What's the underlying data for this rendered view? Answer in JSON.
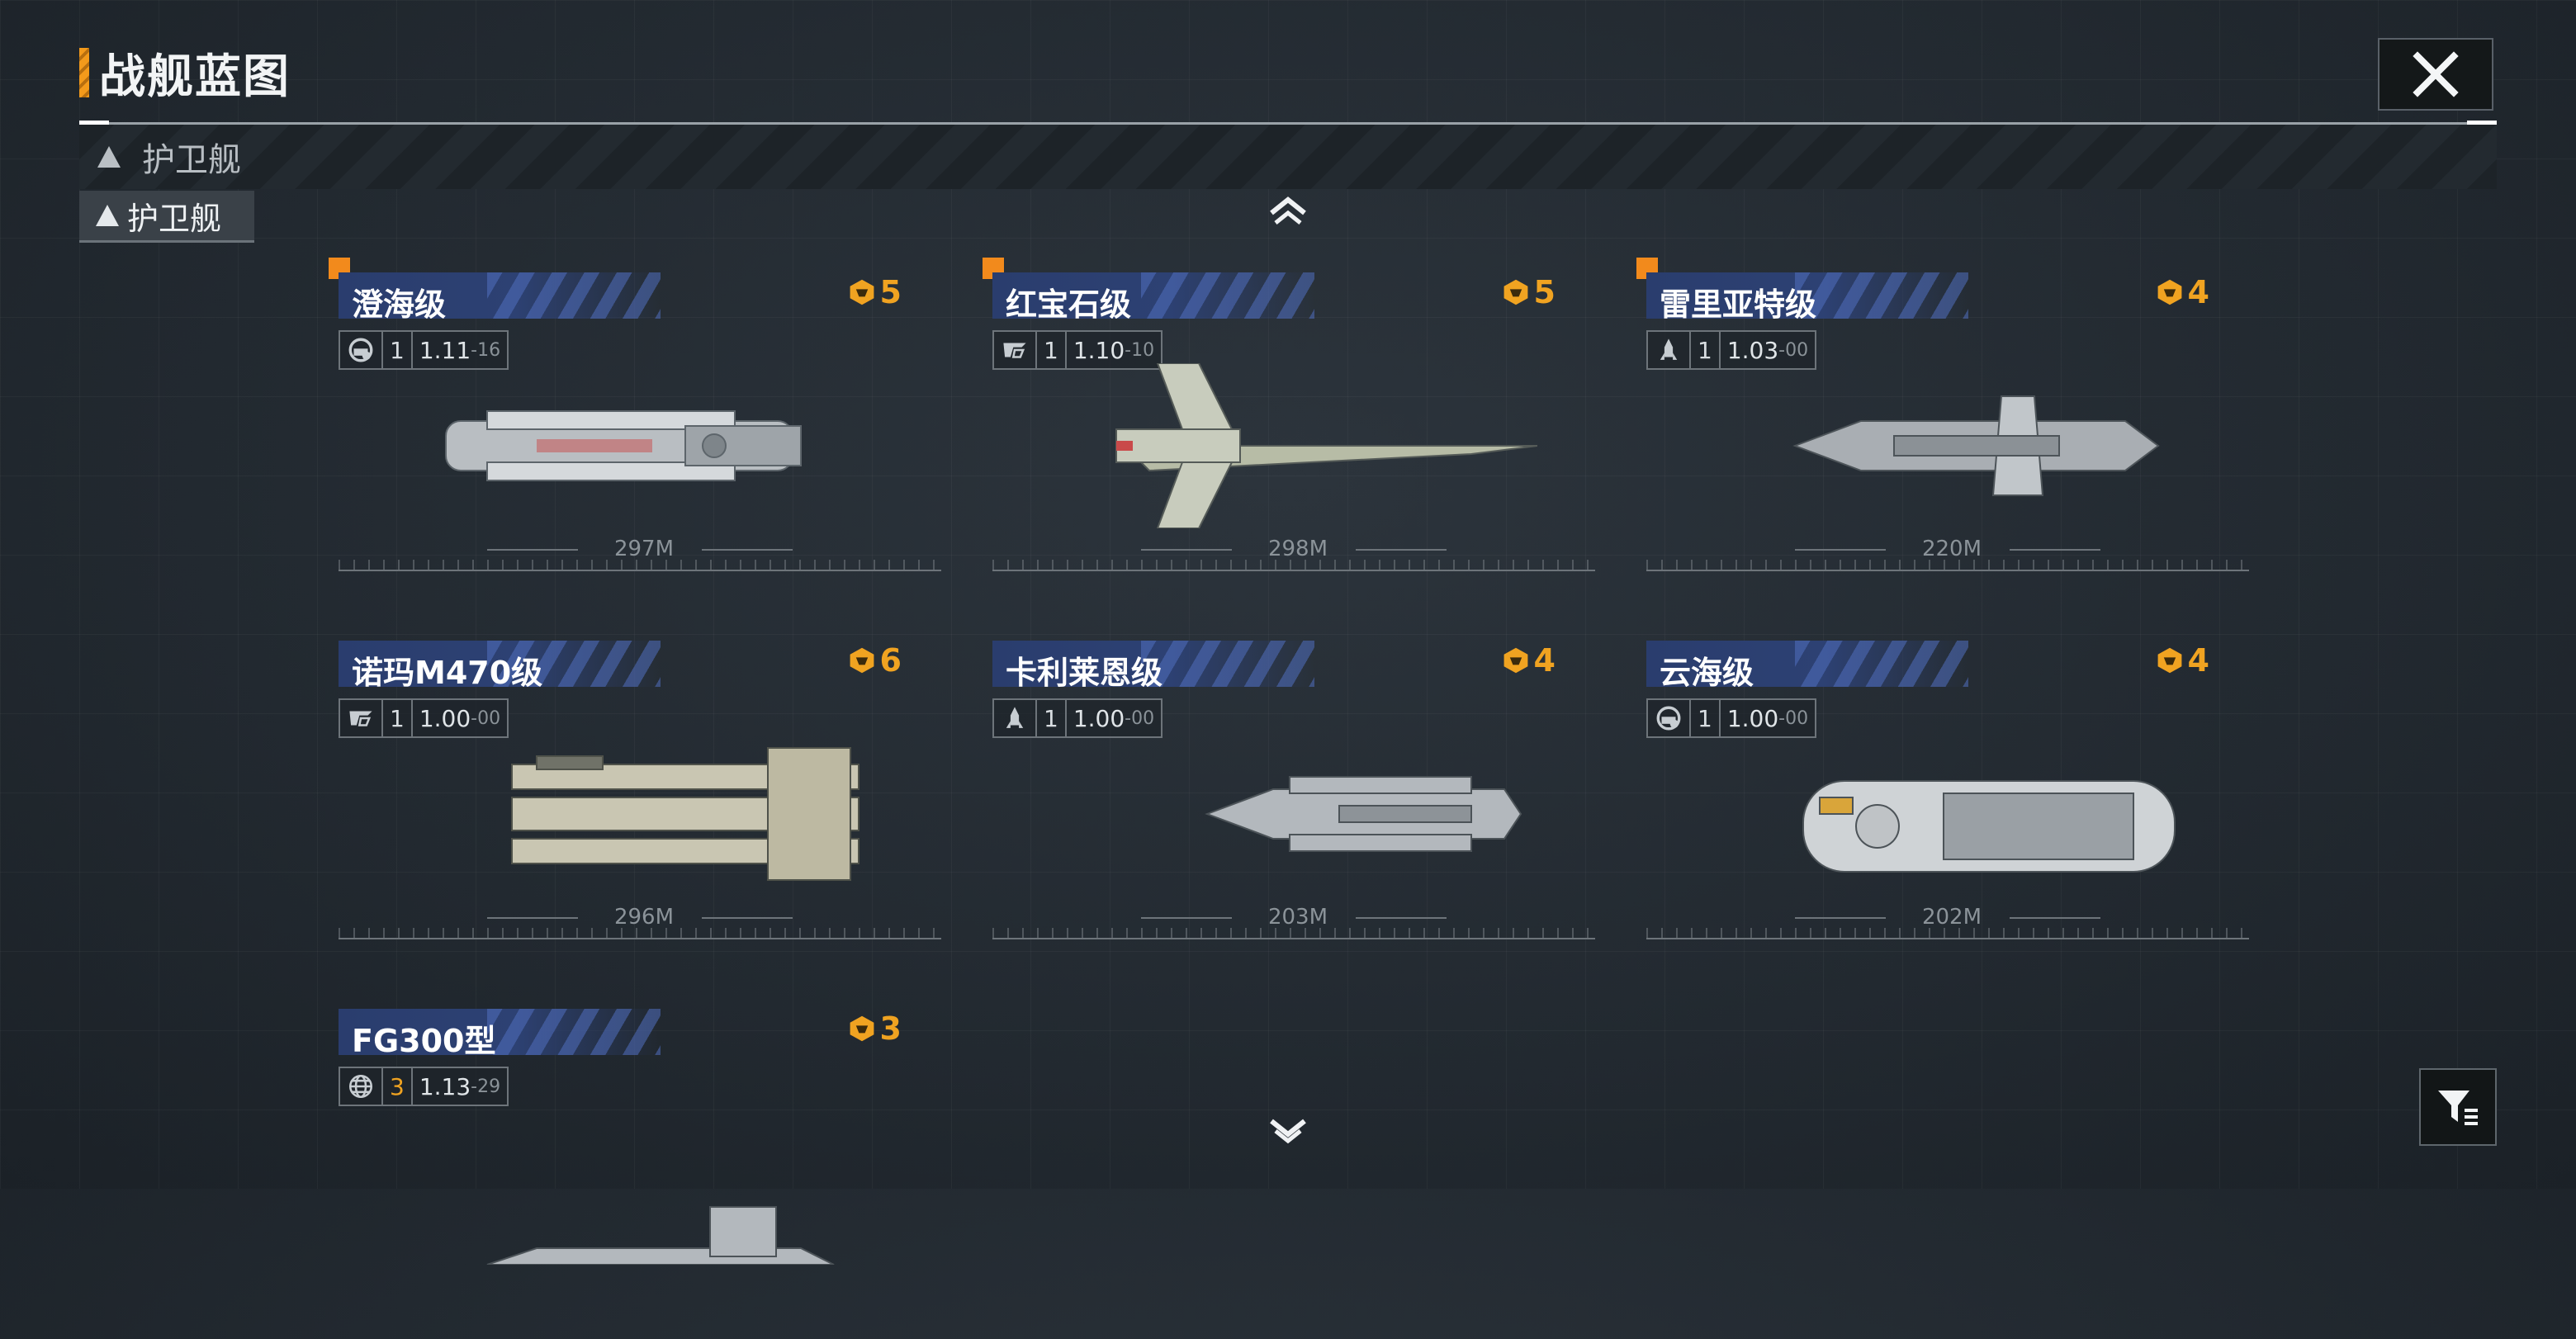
{
  "header": {
    "title": "战舰蓝图"
  },
  "filter": {
    "selected": "护卫舰",
    "options": [
      "护卫舰"
    ]
  },
  "cards": [
    {
      "name": "澄海级",
      "tier": "5",
      "stat_icon": "shield-gear-icon",
      "level": "1",
      "ver_main": "1.11",
      "ver_sub": "-16",
      "length": "297M",
      "new": true
    },
    {
      "name": "红宝石级",
      "tier": "5",
      "stat_icon": "ship-emblem-icon",
      "level": "1",
      "ver_main": "1.10",
      "ver_sub": "-10",
      "length": "298M",
      "new": true
    },
    {
      "name": "雷里亚特级",
      "tier": "4",
      "stat_icon": "rocket-icon",
      "level": "1",
      "ver_main": "1.03",
      "ver_sub": "-00",
      "length": "220M",
      "new": true
    },
    {
      "name": "诺玛M470级",
      "tier": "6",
      "stat_icon": "ship-emblem-icon",
      "level": "1",
      "ver_main": "1.00",
      "ver_sub": "-00",
      "length": "296M",
      "new": false
    },
    {
      "name": "卡利莱恩级",
      "tier": "4",
      "stat_icon": "rocket-icon",
      "level": "1",
      "ver_main": "1.00",
      "ver_sub": "-00",
      "length": "203M",
      "new": false
    },
    {
      "name": "云海级",
      "tier": "4",
      "stat_icon": "shield-gear-icon",
      "level": "1",
      "ver_main": "1.00",
      "ver_sub": "-00",
      "length": "202M",
      "new": false
    },
    {
      "name": "FG300型",
      "tier": "3",
      "stat_icon": "globe-icon",
      "level": "3",
      "ver_main": "1.13",
      "ver_sub": "-29",
      "length": "",
      "new": false
    }
  ],
  "colors": {
    "accent": "#f39a1b",
    "tier": "#f0a321",
    "plate": "#2d4173",
    "new_marker": "#f28a1c"
  }
}
